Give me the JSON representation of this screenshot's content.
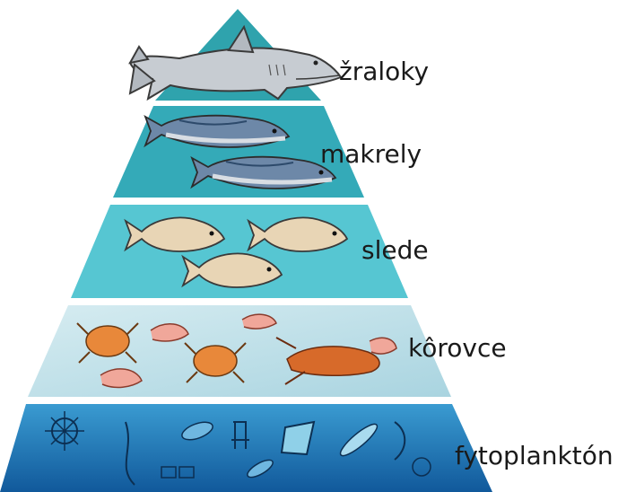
{
  "levels": [
    {
      "id": "sharks",
      "label": "žraloky",
      "color": "#2fa3ad"
    },
    {
      "id": "mackerels",
      "label": "makrely",
      "color": "#34aab8"
    },
    {
      "id": "herrings",
      "label": "slede",
      "color": "#56c6d2"
    },
    {
      "id": "crustaceans",
      "label": "kôrovce",
      "color": "#c6e3ea"
    },
    {
      "id": "phytoplankton",
      "label": "fytoplanktón",
      "color": "#1f78b7"
    }
  ],
  "icons": {
    "sharks": "shark-icon",
    "mackerels": "mackerel-icon",
    "herrings": "herring-icon",
    "crustaceans": "crab-shrimp-icon",
    "phytoplankton": "plankton-icon"
  }
}
